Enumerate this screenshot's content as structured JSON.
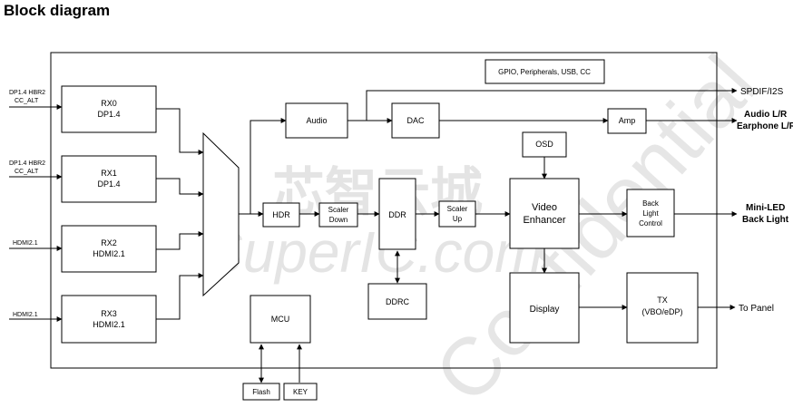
{
  "title": "Block diagram",
  "watermark": {
    "cn": "芯智云城",
    "en": "SuperIC.com",
    "diag": "Confidential"
  },
  "inputs": [
    {
      "line1": "DP1.4 HBR2",
      "line2": "CC_ALT"
    },
    {
      "line1": "DP1.4 HBR2",
      "line2": "CC_ALT"
    },
    {
      "line1": "HDMI2.1",
      "line2": ""
    },
    {
      "line1": "HDMI2.1",
      "line2": ""
    }
  ],
  "blocks": {
    "rx0": {
      "l1": "RX0",
      "l2": "DP1.4"
    },
    "rx1": {
      "l1": "RX1",
      "l2": "DP1.4"
    },
    "rx2": {
      "l1": "RX2",
      "l2": "HDMI2.1"
    },
    "rx3": {
      "l1": "RX3",
      "l2": "HDMI2.1"
    },
    "gpio": "GPIO, Peripherals, USB,  CC",
    "audio": "Audio",
    "dac": "DAC",
    "amp": "Amp",
    "osd": "OSD",
    "hdr": "HDR",
    "scaler_down": {
      "l1": "Scaler",
      "l2": "Down"
    },
    "ddr": "DDR",
    "scaler_up": {
      "l1": "Scaler",
      "l2": "Up"
    },
    "video_enhancer": {
      "l1": "Video",
      "l2": "Enhancer"
    },
    "back_light": {
      "l1": "Back",
      "l2": "Light",
      "l3": "Control"
    },
    "ddrc": "DDRC",
    "display": "Display",
    "tx": {
      "l1": "TX",
      "l2": "(VBO/eDP)"
    },
    "mcu": "MCU",
    "flash": "Flash",
    "key": "KEY"
  },
  "outputs": {
    "spdif": "SPDIF/I2S",
    "audio_l1": "Audio L/R",
    "audio_l2": "Earphone L/R",
    "miniled_l1": "Mini-LED",
    "miniled_l2": "Back Light",
    "panel": "To Panel"
  }
}
